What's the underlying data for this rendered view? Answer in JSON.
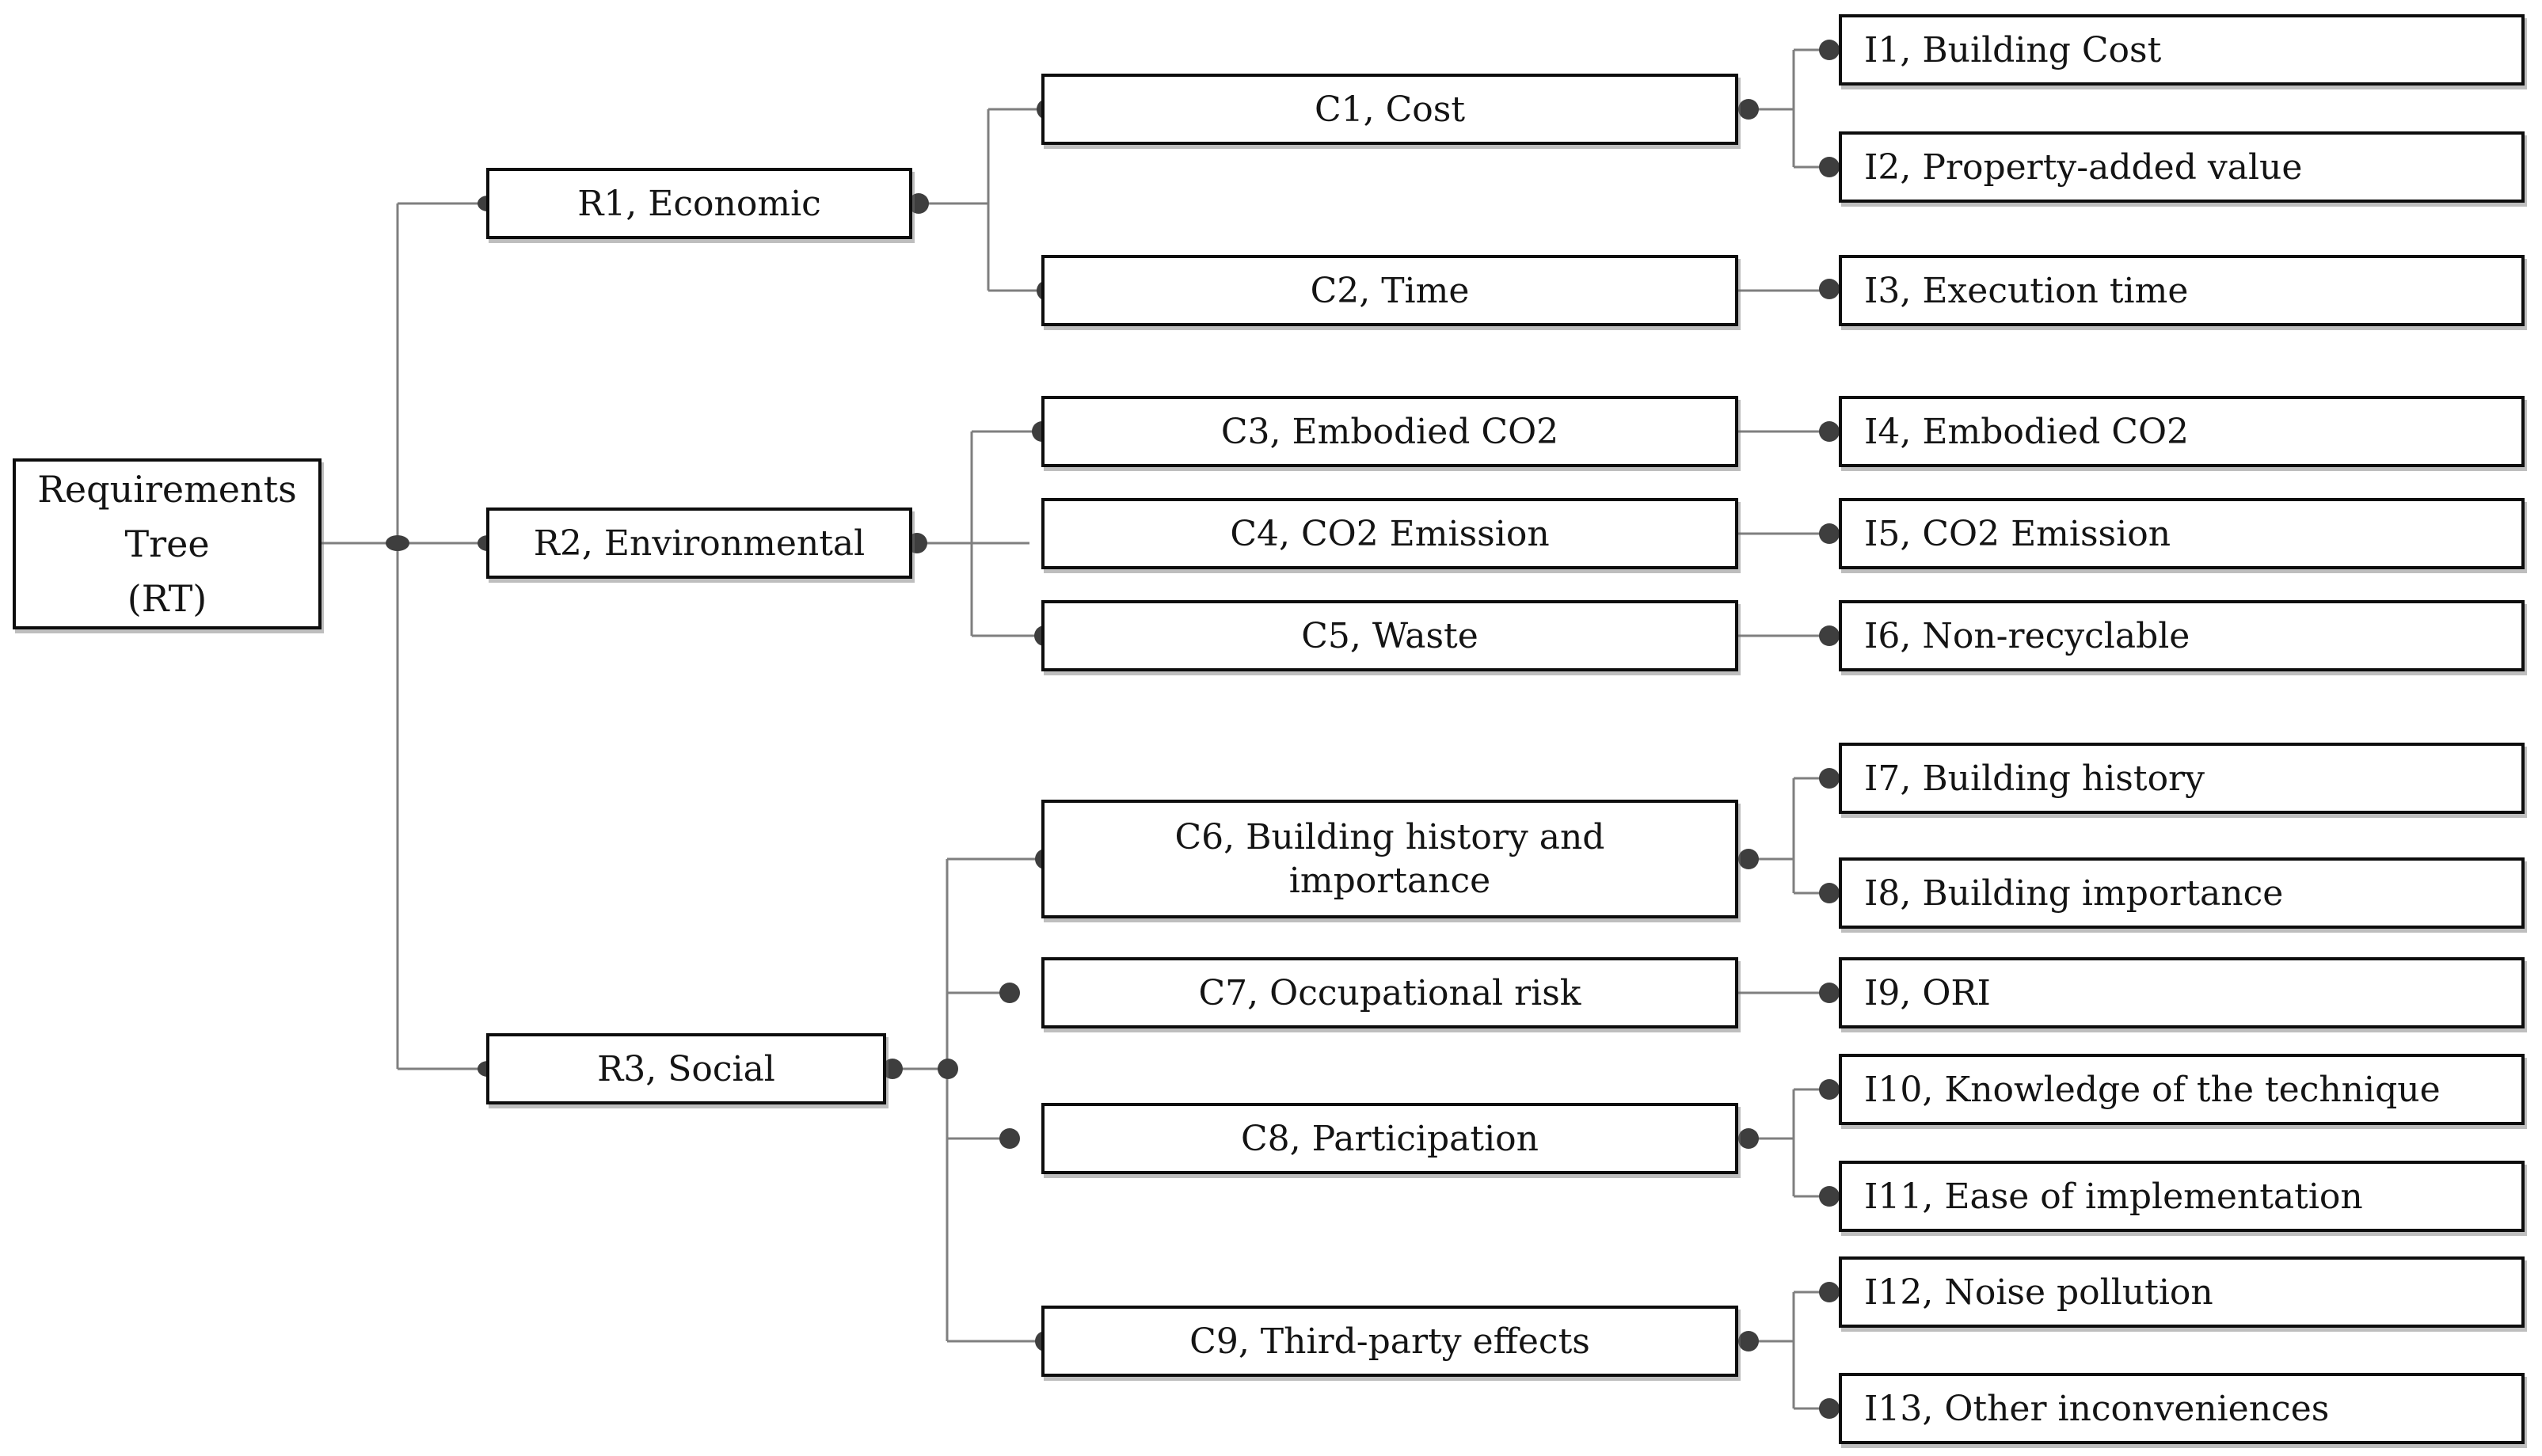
{
  "tree": {
    "root": {
      "lines": [
        "Requirements",
        "Tree",
        "(RT)"
      ]
    },
    "requirements": [
      {
        "id": "R1",
        "label": "R1, Economic"
      },
      {
        "id": "R2",
        "label": "R2, Environmental"
      },
      {
        "id": "R3",
        "label": "R3, Social"
      }
    ],
    "criteria": [
      {
        "id": "C1",
        "label": "C1, Cost"
      },
      {
        "id": "C2",
        "label": "C2, Time"
      },
      {
        "id": "C3",
        "label": "C3, Embodied CO2"
      },
      {
        "id": "C4",
        "label": "C4, CO2 Emission"
      },
      {
        "id": "C5",
        "label": "C5, Waste"
      },
      {
        "id": "C6",
        "label": "C6, Building history and importance"
      },
      {
        "id": "C7",
        "label": "C7, Occupational risk"
      },
      {
        "id": "C8",
        "label": "C8, Participation"
      },
      {
        "id": "C9",
        "label": "C9, Third-party effects"
      }
    ],
    "indicators": [
      {
        "id": "I1",
        "label": "I1, Building Cost"
      },
      {
        "id": "I2",
        "label": "I2, Property-added value"
      },
      {
        "id": "I3",
        "label": "I3, Execution time"
      },
      {
        "id": "I4",
        "label": "I4, Embodied CO2"
      },
      {
        "id": "I5",
        "label": "I5, CO2 Emission"
      },
      {
        "id": "I6",
        "label": "I6, Non-recyclable"
      },
      {
        "id": "I7",
        "label": "I7, Building history"
      },
      {
        "id": "I8",
        "label": "I8, Building importance"
      },
      {
        "id": "I9",
        "label": "I9, ORI"
      },
      {
        "id": "I10",
        "label": "I10, Knowledge of the technique"
      },
      {
        "id": "I11",
        "label": "I11, Ease of implementation"
      },
      {
        "id": "I12",
        "label": "I12, Noise pollution"
      },
      {
        "id": "I13",
        "label": "I13, Other inconveniences"
      }
    ]
  },
  "colors": {
    "line": "#7f7f7f",
    "dot": "#3e3e3e",
    "border": "#0d0d0d",
    "box_background": "#ffffff",
    "page_background": "#ffffff",
    "text": "#141414"
  }
}
